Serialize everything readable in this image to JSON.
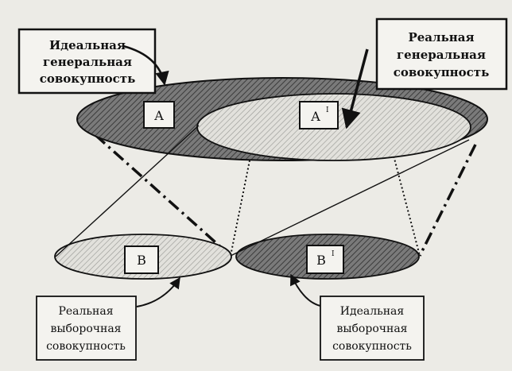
{
  "labels": {
    "ideal_general": [
      "Идеальная",
      "генеральная",
      "совокупность"
    ],
    "real_general": [
      "Реальная",
      "генеральная",
      "совокупность"
    ],
    "real_sample": [
      "Реальная",
      "выборочная",
      "совокупность"
    ],
    "ideal_sample": [
      "Идеальная",
      "выборочная",
      "совокупность"
    ]
  },
  "markers": {
    "a": "A",
    "a1": "A",
    "a1_sup": "I",
    "b": "B",
    "b1": "B",
    "b1_sup": "I"
  },
  "colors": {
    "background": "#ecebe6",
    "ink": "#111111",
    "dark_fill": "#6f6f6f",
    "light_fill": "#d9d9d3",
    "box_fill": "#f4f3ef"
  }
}
